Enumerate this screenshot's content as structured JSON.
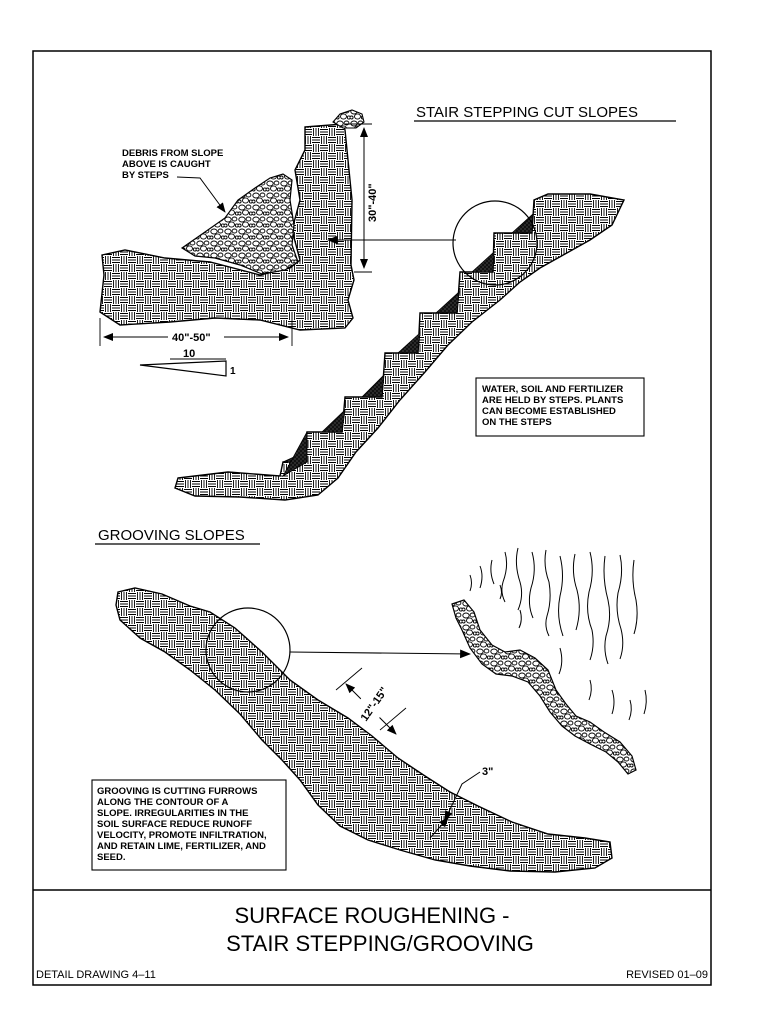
{
  "stair": {
    "title": "STAIR STEPPING CUT SLOPES",
    "debris_note": [
      "DEBRIS FROM SLOPE",
      "ABOVE IS CAUGHT",
      "BY STEPS"
    ],
    "height_dim": "30\"-40\"",
    "width_dim": "40\"-50\"",
    "slope_run": "10",
    "slope_rise": "1",
    "water_note": [
      "WATER, SOIL AND FERTILIZER",
      "ARE HELD BY STEPS. PLANTS",
      "CAN BECOME ESTABLISHED",
      "ON THE STEPS"
    ]
  },
  "groove": {
    "title": "GROOVING SLOPES",
    "spacing_dim": "12\"-15\"",
    "depth_dim": "3\"",
    "note": [
      "GROOVING IS CUTTING FURROWS",
      "ALONG THE CONTOUR OF A",
      "SLOPE. IRREGULARITIES IN THE",
      "SOIL SURFACE REDUCE RUNOFF",
      "VELOCITY, PROMOTE INFILTRATION,",
      "AND RETAIN LIME, FERTILIZER, AND",
      "SEED."
    ]
  },
  "title_block": {
    "line1": "SURFACE ROUGHENING -",
    "line2": "STAIR STEPPING/GROOVING",
    "drawing_no": "DETAIL DRAWING 4–11",
    "revised": "REVISED 01–09"
  }
}
